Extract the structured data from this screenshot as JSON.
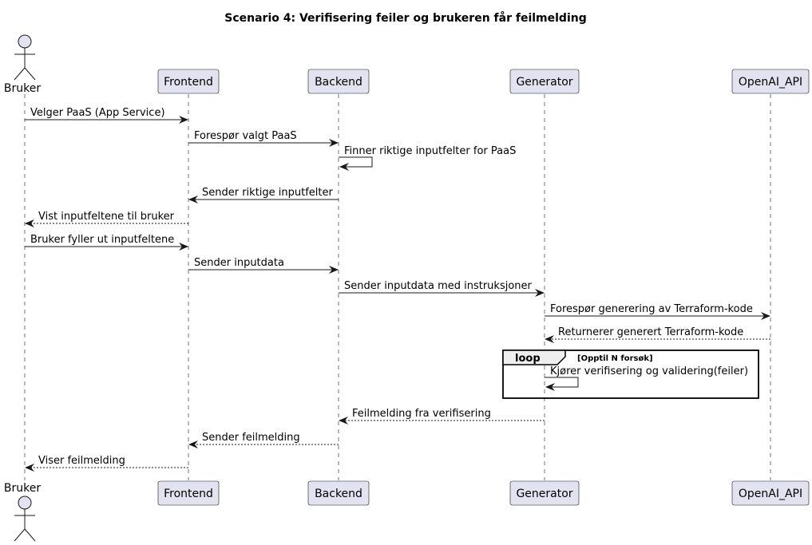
{
  "title": "Scenario 4: Verifisering feiler og brukeren får feilmelding",
  "participants": [
    {
      "id": "bruker",
      "label": "Bruker",
      "kind": "actor"
    },
    {
      "id": "frontend",
      "label": "Frontend",
      "kind": "participant"
    },
    {
      "id": "backend",
      "label": "Backend",
      "kind": "participant"
    },
    {
      "id": "generator",
      "label": "Generator",
      "kind": "participant"
    },
    {
      "id": "openai",
      "label": "OpenAI_API",
      "kind": "participant"
    }
  ],
  "messages": [
    {
      "from": "bruker",
      "to": "frontend",
      "label": "Velger PaaS (App Service)",
      "style": "solid"
    },
    {
      "from": "frontend",
      "to": "backend",
      "label": "Forespør valgt PaaS",
      "style": "solid"
    },
    {
      "from": "backend",
      "to": "backend",
      "label": "Finner riktige inputfelter for PaaS",
      "style": "solid"
    },
    {
      "from": "backend",
      "to": "frontend",
      "label": "Sender riktige inputfelter",
      "style": "solid"
    },
    {
      "from": "frontend",
      "to": "bruker",
      "label": "Vist inputfeltene til bruker",
      "style": "dashed"
    },
    {
      "from": "bruker",
      "to": "frontend",
      "label": "Bruker fyller ut inputfeltene",
      "style": "solid"
    },
    {
      "from": "frontend",
      "to": "backend",
      "label": "Sender inputdata",
      "style": "solid"
    },
    {
      "from": "backend",
      "to": "generator",
      "label": "Sender inputdata med instruksjoner",
      "style": "solid"
    },
    {
      "from": "generator",
      "to": "openai",
      "label": "Forespør generering av Terraform-kode",
      "style": "solid"
    },
    {
      "from": "openai",
      "to": "generator",
      "label": "Returnerer generert Terraform-kode",
      "style": "dashed"
    },
    {
      "from": "generator",
      "to": "generator",
      "label": "Kjører verifisering og validering(feiler)",
      "style": "solid"
    },
    {
      "from": "generator",
      "to": "backend",
      "label": "Feilmelding fra verifisering",
      "style": "dashed"
    },
    {
      "from": "backend",
      "to": "frontend",
      "label": "Sender feilmelding",
      "style": "dashed"
    },
    {
      "from": "frontend",
      "to": "bruker",
      "label": "Viser feilmelding",
      "style": "dashed"
    }
  ],
  "loop": {
    "keyword": "loop",
    "condition": "[Opptil N forsøk]",
    "first_message": 10,
    "last_message": 10
  },
  "colors": {
    "participant_fill": "#e2e2f0",
    "participant_stroke": "#181818",
    "lifeline": "#181818",
    "line": "#181818"
  }
}
